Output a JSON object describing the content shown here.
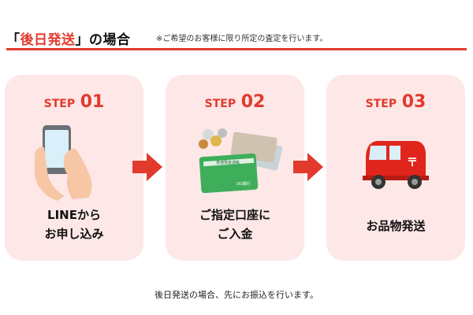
{
  "header": {
    "title_open": "「",
    "title_accent": "後日発送",
    "title_close": "」の場合",
    "note": "※ご希望のお客様に限り所定の査定を行います。"
  },
  "steps": [
    {
      "label": "STEP",
      "number": "01",
      "caption_line1": "LINEから",
      "caption_line2": "お申し込み",
      "icon": "smartphone-hand-icon"
    },
    {
      "label": "STEP",
      "number": "02",
      "caption_line1": "ご指定口座に",
      "caption_line2": "ご入金",
      "icon": "bankbook-money-icon",
      "passbook_title": "普通預金通帳",
      "passbook_bank": "OO銀行"
    },
    {
      "label": "STEP",
      "number": "03",
      "caption_line1": "お品物発送",
      "icon": "post-van-icon"
    }
  ],
  "footer": {
    "text": "後日発送の場合、先にお振込を行います。"
  },
  "colors": {
    "accent": "#e23a2c",
    "card_bg": "#fde7e7"
  }
}
